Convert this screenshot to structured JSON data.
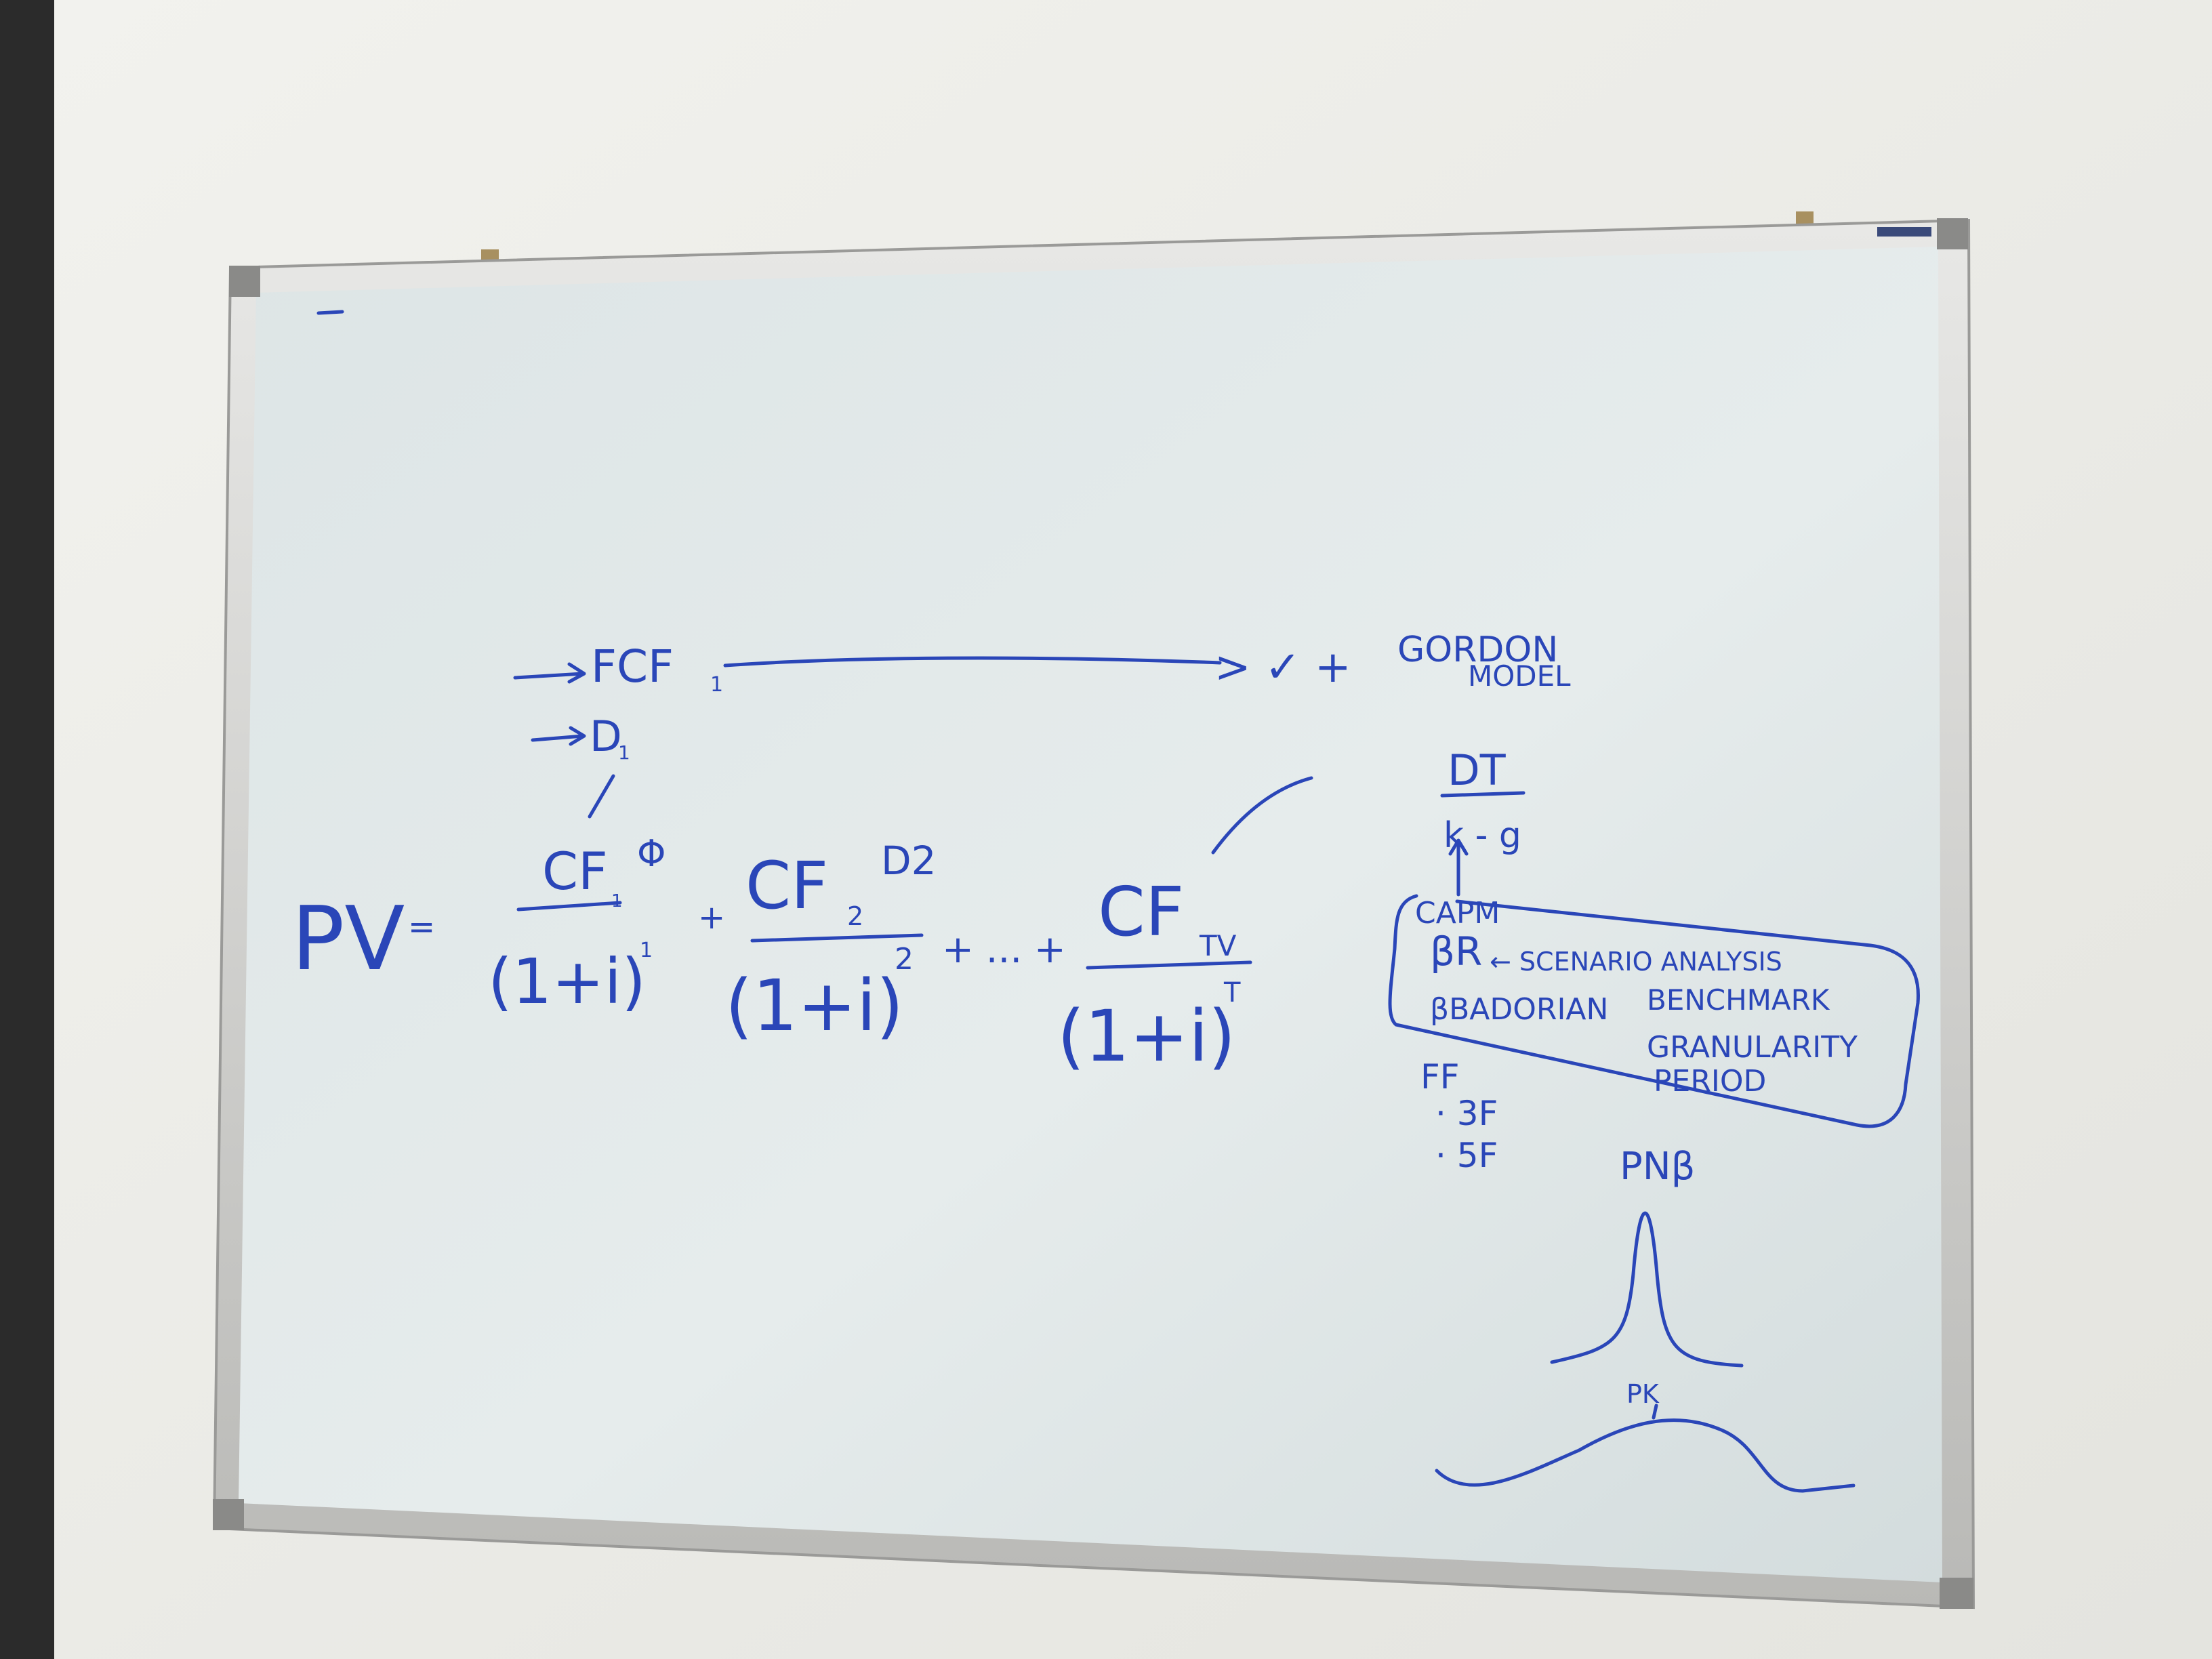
{
  "whiteboard": {
    "brand_label": "",
    "notes": {
      "top_fcf": "FCF",
      "top_fcf_sub": "1",
      "top_d": "D",
      "top_d_sub": "1",
      "top_arrow_check": "> ✓ +",
      "gordon": "GORDON",
      "model": "MODEL",
      "pv": "PV",
      "equals": "=",
      "term1_num": "CF",
      "term1_num_sub": "1",
      "term1_sup": "Φ",
      "term1_den": "(1+i)",
      "term1_den_exp": "1",
      "plus1": "+",
      "term2_num": "CF",
      "term2_num_sub": "2",
      "term2_sup": "D2",
      "term2_den": "(1+i)",
      "term2_den_exp": "2",
      "plus_dots": "+ ... +",
      "term3_num": "CF",
      "term3_num_sub": "TV",
      "term3_den": "(1+i)",
      "term3_den_exp": "T",
      "gordon_num": "DT",
      "gordon_den": "k - g",
      "capm": "CAPM",
      "beta_r": "βR",
      "beta_arrow": "← SCENARIO ANALYSIS",
      "benchmark": "BENCHMARK",
      "beta_bayes": "βBADORIAN",
      "granularity": "GRANULARITY",
      "period": "PERIOD",
      "ff": "FF",
      "ff_3f": "· 3F",
      "ff_5f": "· 5F",
      "pn_beta": "PNβ",
      "pk_label": "PK"
    }
  }
}
